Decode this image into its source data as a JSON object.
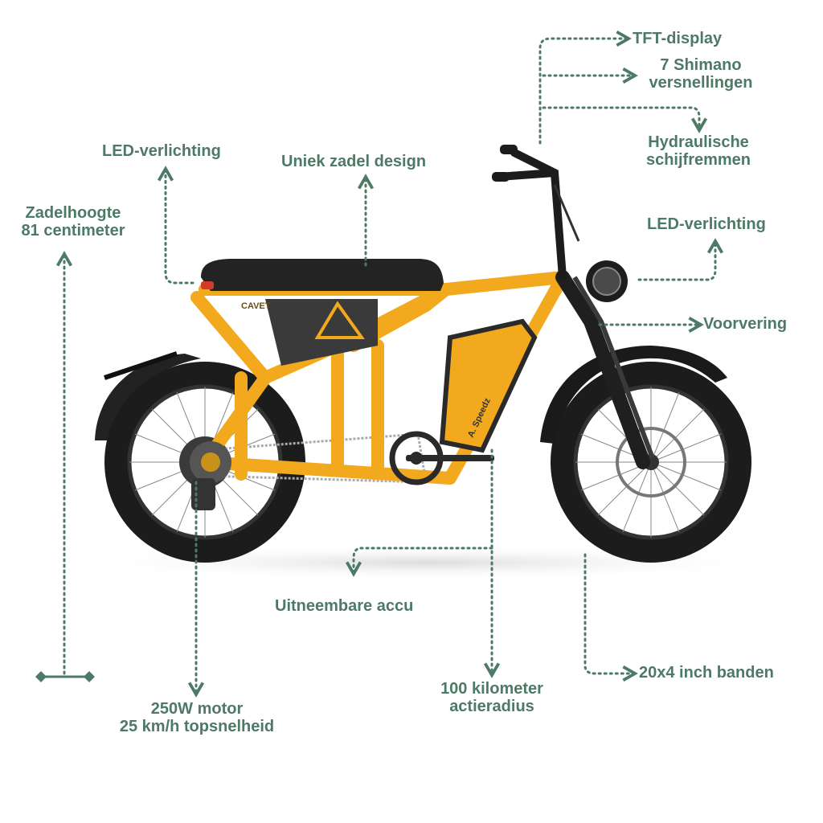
{
  "colors": {
    "accent": "#4d7a66",
    "frame": "#f2a91e",
    "tire": "#1c1c1c",
    "seat": "#232323"
  },
  "callouts": {
    "tft_display": "TFT-display",
    "shimano_line1": "7 Shimano",
    "shimano_line2": "versnellingen",
    "brakes_line1": "Hydraulische",
    "brakes_line2": "schijfremmen",
    "led_front": "LED-verlichting",
    "suspension": "Voorvering",
    "led_rear": "LED-verlichting",
    "saddle_design": "Uniek zadel design",
    "saddle_height_line1": "Zadelhoogte",
    "saddle_height_line2": "81 centimeter",
    "battery": "Uitneembare accu",
    "range_line1": "100 kilometer",
    "range_line2": "actieradius",
    "motor_line1": "250W motor",
    "motor_line2": "25 km/h topsnelheid",
    "tires": "20x4 inch banden"
  },
  "bike": {
    "frame_brand": "CAVET",
    "battery_brand": "A. Speedz"
  },
  "icons": [
    "dotted-arrow-icon",
    "seat-height-ruler-icon"
  ]
}
